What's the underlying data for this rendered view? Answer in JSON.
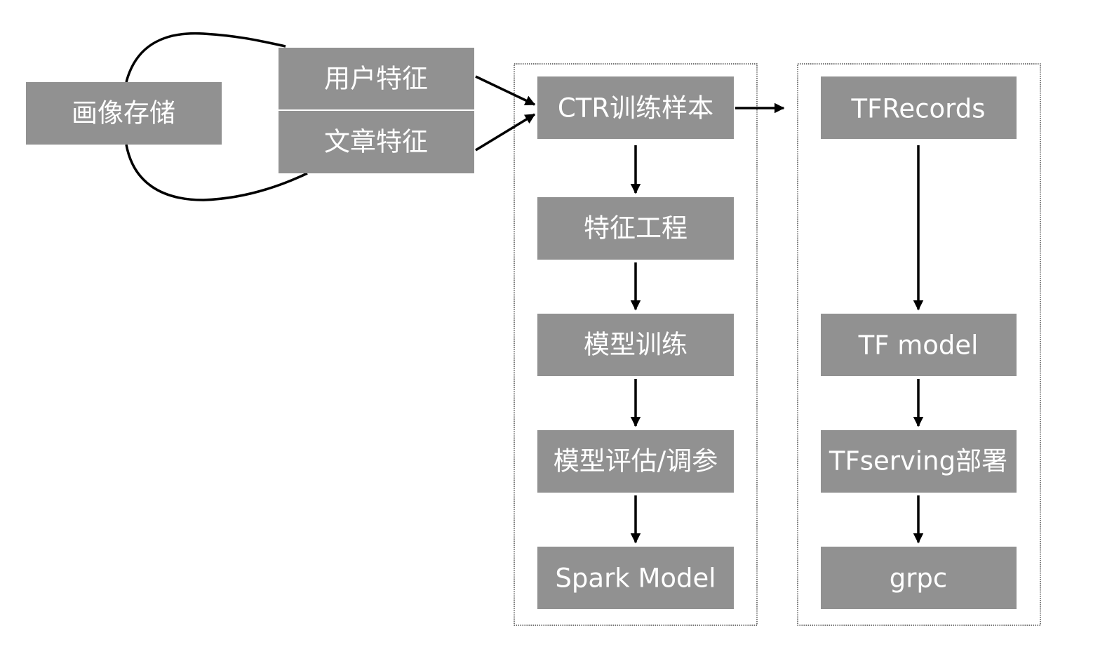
{
  "diagram": {
    "title": "",
    "colors": {
      "node_fill": "#919191",
      "node_text": "#ffffff",
      "edge": "#000000",
      "background": "#ffffff"
    },
    "nodes": {
      "profile_storage": "画像存储",
      "user_features": "用户特征",
      "article_features": "文章特征",
      "ctr_samples": "CTR训练样本",
      "feature_engineering": "特征工程",
      "model_training": "模型训练",
      "model_eval": "模型评估/调参",
      "spark_model": "Spark Model",
      "tfrecords": "TFRecords",
      "tf_model": "TF model",
      "tfserving": "TFserving部署",
      "grpc": "grpc"
    },
    "groups": [
      {
        "id": "spark-pipeline",
        "members": [
          "ctr_samples",
          "feature_engineering",
          "model_training",
          "model_eval",
          "spark_model"
        ]
      },
      {
        "id": "tf-pipeline",
        "members": [
          "tfrecords",
          "tf_model",
          "tfserving",
          "grpc"
        ]
      }
    ],
    "edges": [
      {
        "from": "profile_storage",
        "to": "user_features",
        "style": "curve"
      },
      {
        "from": "profile_storage",
        "to": "article_features",
        "style": "curve"
      },
      {
        "from": "user_features",
        "to": "ctr_samples",
        "style": "arrow"
      },
      {
        "from": "article_features",
        "to": "ctr_samples",
        "style": "arrow"
      },
      {
        "from": "ctr_samples",
        "to": "tf-pipeline",
        "style": "arrow"
      },
      {
        "from": "ctr_samples",
        "to": "feature_engineering",
        "style": "arrow"
      },
      {
        "from": "feature_engineering",
        "to": "model_training",
        "style": "arrow"
      },
      {
        "from": "model_training",
        "to": "model_eval",
        "style": "arrow"
      },
      {
        "from": "model_eval",
        "to": "spark_model",
        "style": "arrow"
      },
      {
        "from": "tfrecords",
        "to": "tf_model",
        "style": "arrow"
      },
      {
        "from": "tf_model",
        "to": "tfserving",
        "style": "arrow"
      },
      {
        "from": "tfserving",
        "to": "grpc",
        "style": "arrow"
      }
    ]
  }
}
